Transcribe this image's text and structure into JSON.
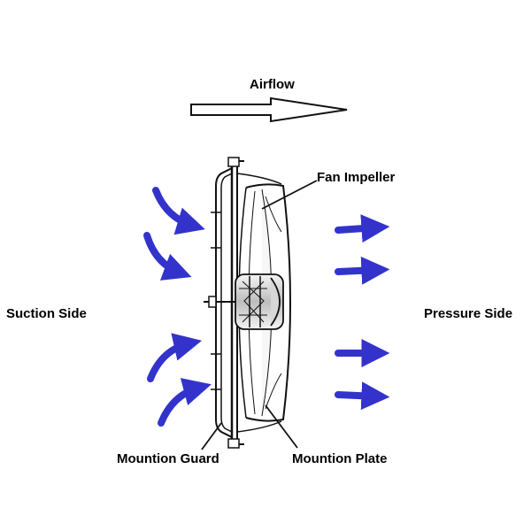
{
  "labels": {
    "airflow": "Airflow",
    "fan_impeller": "Fan Impeller",
    "suction_side": "Suction Side",
    "pressure_side": "Pressure Side",
    "mounting_guard": "Mountion Guard",
    "mounting_plate": "Mountion Plate"
  },
  "colors": {
    "flow_arrow": "#3333cc",
    "line": "#111111",
    "background": "#ffffff"
  },
  "icons": {
    "airflow_direction": "hollow-right-arrow",
    "suction_flow": "curved-blue-arrow",
    "pressure_flow": "straight-blue-arrow"
  }
}
